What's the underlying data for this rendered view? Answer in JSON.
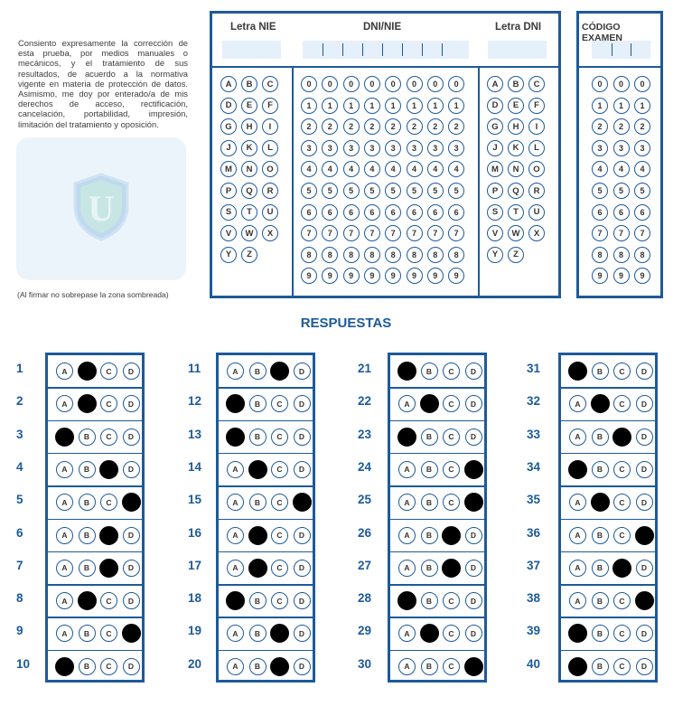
{
  "consent_text": "Consiento expresamente la corrección de esta prueba, por medios manuales o mecánicos, y el tratamiento de sus resultados, de acuerdo a la normativa vigente en materia de protección de datos. Asimismo, me doy por enterado/a de mis derechos de acceso, rectificación, cancelación, portabilidad, impresión, limitación del tratamiento y oposición.",
  "signature_note": "(Al firmar no sobrepase la zona sombreada)",
  "logo_letter": "U",
  "id_section": {
    "nie_letter_label": "Letra NIE",
    "dni_nie_label": "DNI/NIE",
    "dni_letter_label": "Letra DNI",
    "letters": [
      "A",
      "B",
      "C",
      "D",
      "E",
      "F",
      "G",
      "H",
      "I",
      "J",
      "K",
      "L",
      "M",
      "N",
      "O",
      "P",
      "Q",
      "R",
      "S",
      "T",
      "U",
      "V",
      "W",
      "X",
      "Y",
      "Z"
    ],
    "digits": [
      "0",
      "1",
      "2",
      "3",
      "4",
      "5",
      "6",
      "7",
      "8",
      "9"
    ]
  },
  "exam_code": {
    "label": "CÓDIGO EXAMEN",
    "digits": [
      "0",
      "1",
      "2",
      "3",
      "4",
      "5",
      "6",
      "7",
      "8",
      "9"
    ]
  },
  "answers": {
    "title": "RESPUESTAS",
    "options": [
      "A",
      "B",
      "C",
      "D"
    ],
    "colors": {
      "accent": "#1d5a9a",
      "filled": "#000000",
      "field": "#e5f0fa"
    },
    "marked": {
      "1": "B",
      "2": "B",
      "3": "A",
      "4": "C",
      "5": "D",
      "6": "C",
      "7": "C",
      "8": "B",
      "9": "D",
      "10": "A",
      "11": "C",
      "12": "A",
      "13": "A",
      "14": "B",
      "15": "D",
      "16": "B",
      "17": "B",
      "18": "A",
      "19": "C",
      "20": "C",
      "21": "A",
      "22": "B",
      "23": "A",
      "24": "D",
      "25": "D",
      "26": "C",
      "27": "C",
      "28": "A",
      "29": "B",
      "30": "D",
      "31": "A",
      "32": "B",
      "33": "C",
      "34": "A",
      "35": "B",
      "36": "D",
      "37": "C",
      "38": "D",
      "39": "A",
      "40": "A"
    }
  }
}
